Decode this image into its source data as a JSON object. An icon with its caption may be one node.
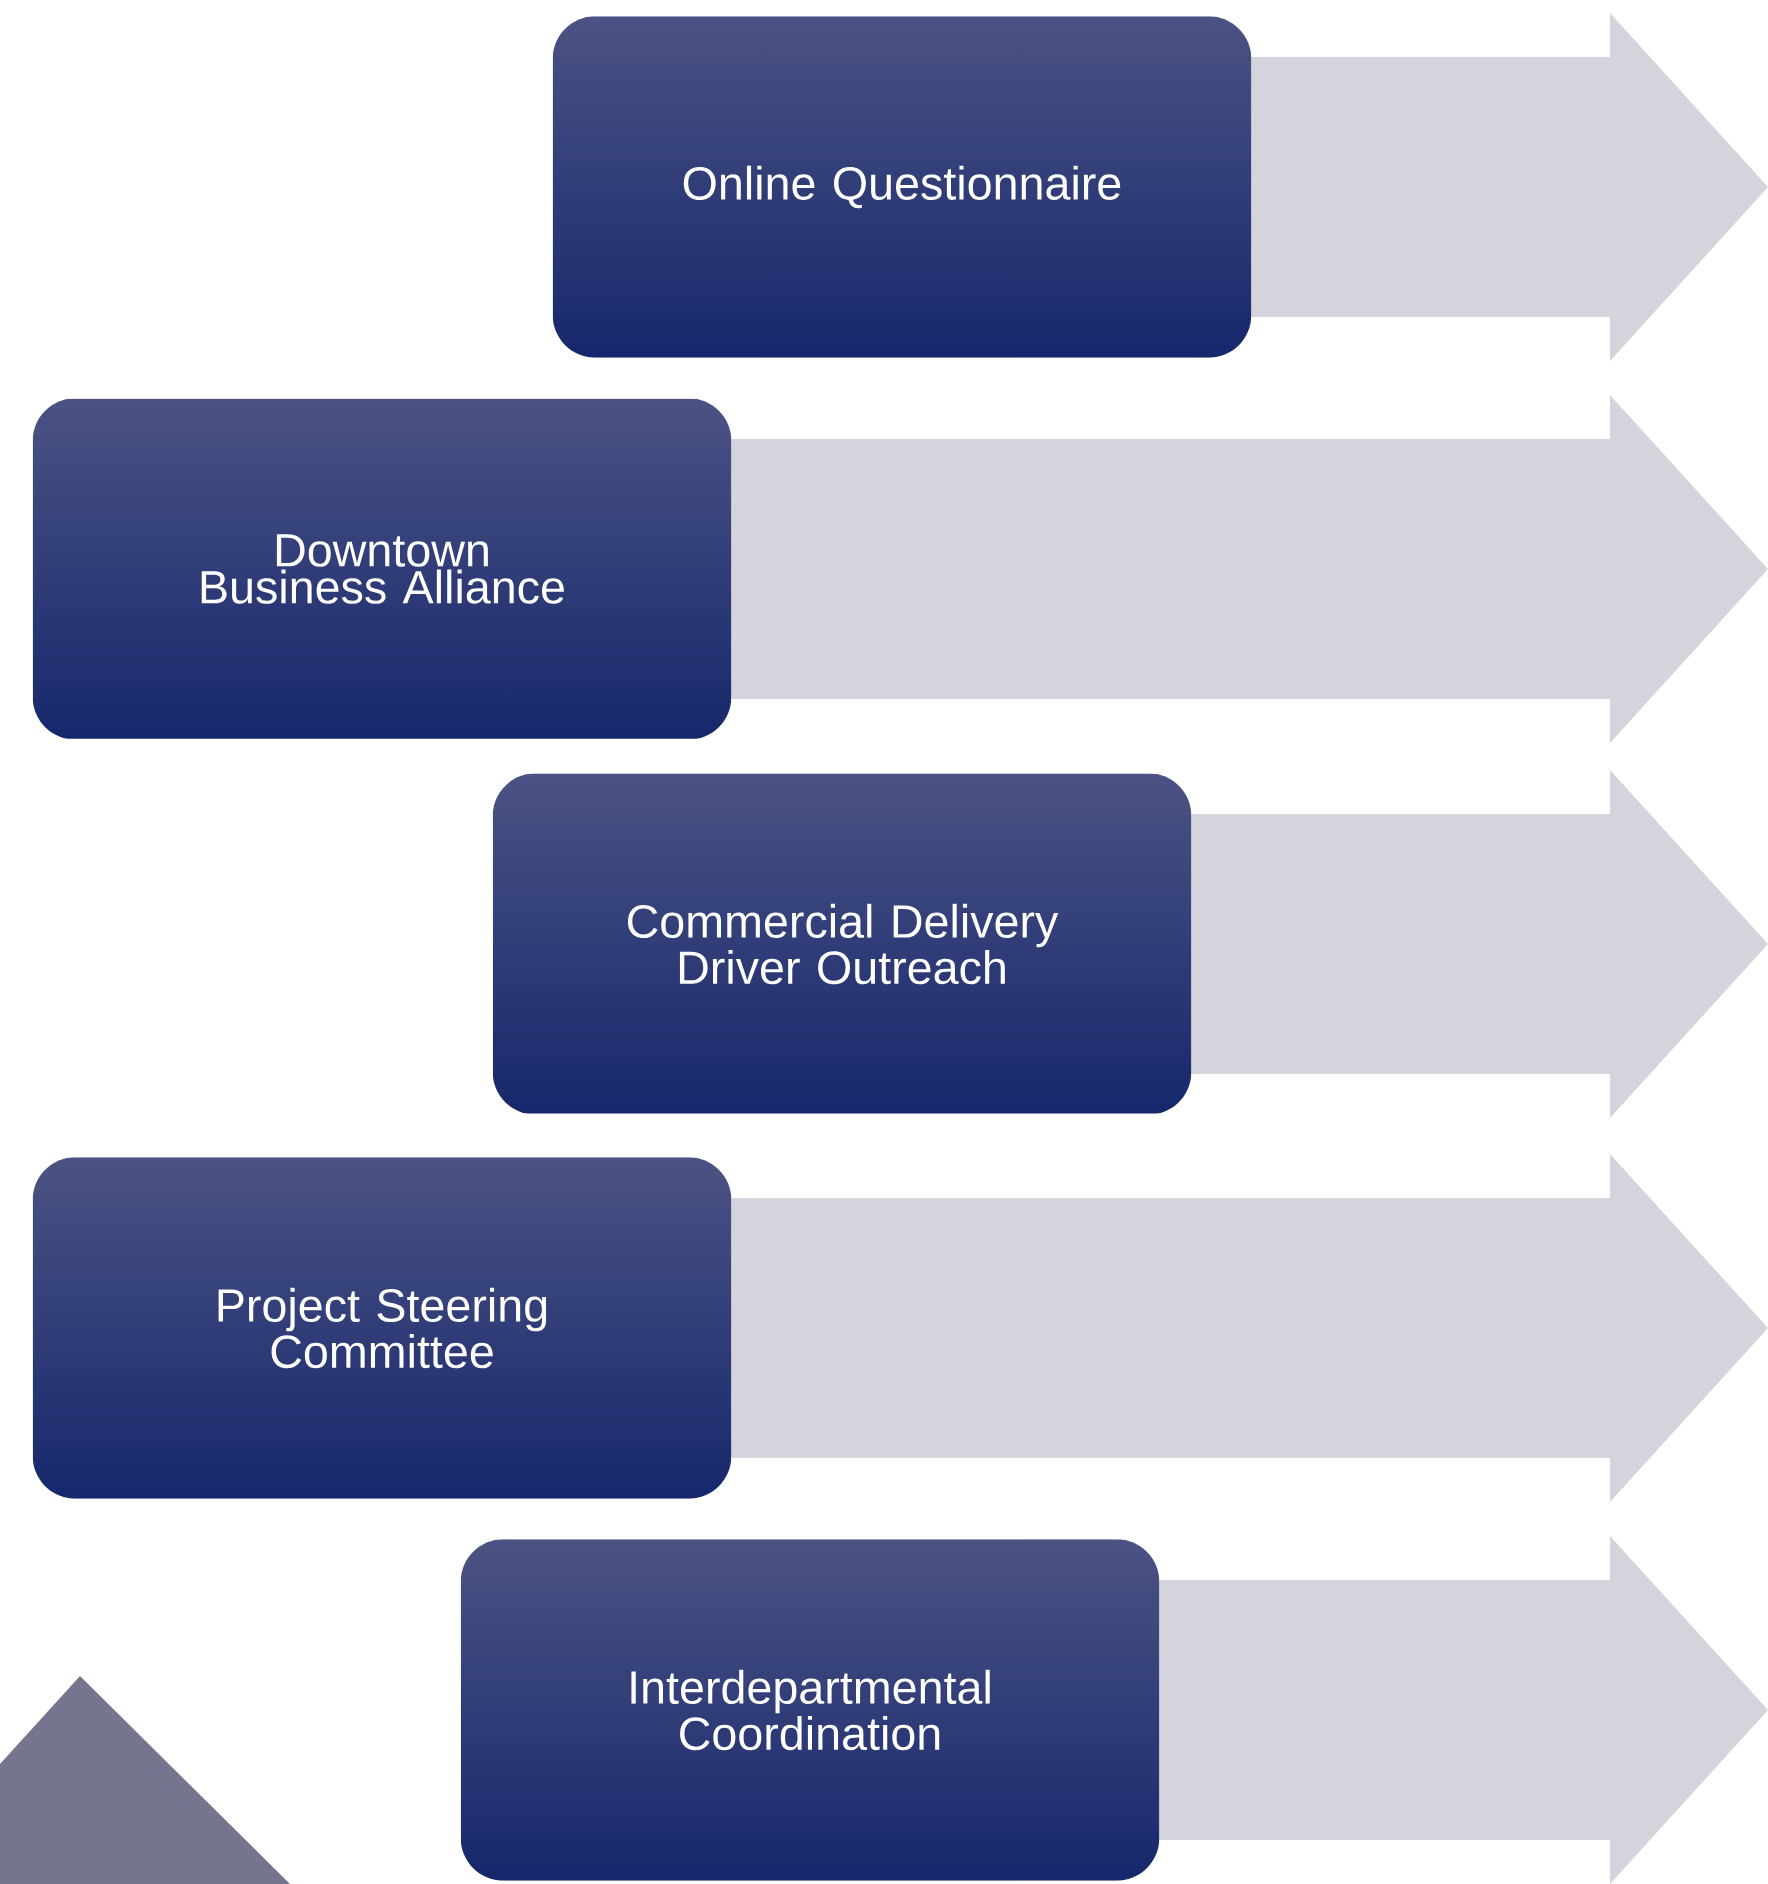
{
  "diagram": {
    "nodes": [
      {
        "text": [
          "Online Questionnaire"
        ]
      },
      {
        "text": [
          "Downtown Business Alliance"
        ]
      },
      {
        "text": [
          "Commercial Delivery Driver Outreach"
        ]
      },
      {
        "text": [
          "Project Steering Committee"
        ]
      },
      {
        "text": [
          "Interdepartmental Coordination"
        ]
      }
    ]
  }
}
